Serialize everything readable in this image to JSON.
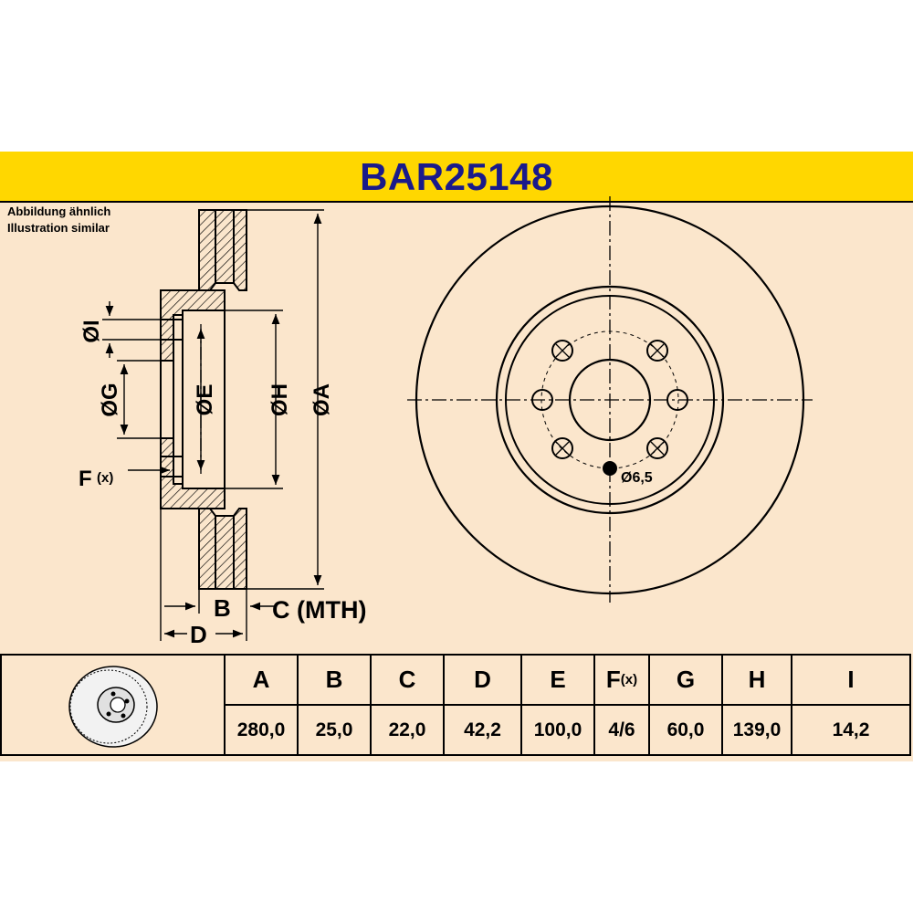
{
  "title": "BAR25148",
  "note": {
    "line1": "Abbildung ähnlich",
    "line2": "Illustration similar"
  },
  "side_view_labels": {
    "I": "ØI",
    "G": "ØG",
    "E": "ØE",
    "H": "ØH",
    "A": "ØA",
    "F": "F",
    "F_sub": "(x)",
    "B": "B",
    "C": "C (MTH)",
    "D": "D"
  },
  "front_view_labels": {
    "bolt_hole": "Ø6,5"
  },
  "colors": {
    "banner": "#ffd700",
    "title": "#1a1a8a",
    "sheet": "#fbe6cc",
    "line": "#000000"
  },
  "table": {
    "columns": [
      {
        "header": "A",
        "sub": "",
        "value": "280,0"
      },
      {
        "header": "B",
        "sub": "",
        "value": "25,0"
      },
      {
        "header": "C",
        "sub": "",
        "value": "22,0"
      },
      {
        "header": "D",
        "sub": "",
        "value": "42,2"
      },
      {
        "header": "E",
        "sub": "",
        "value": "100,0"
      },
      {
        "header": "F",
        "sub": "(x)",
        "value": "4/6"
      },
      {
        "header": "G",
        "sub": "",
        "value": "60,0"
      },
      {
        "header": "H",
        "sub": "",
        "value": "139,0"
      },
      {
        "header": "I",
        "sub": "",
        "value": "14,2"
      }
    ]
  }
}
